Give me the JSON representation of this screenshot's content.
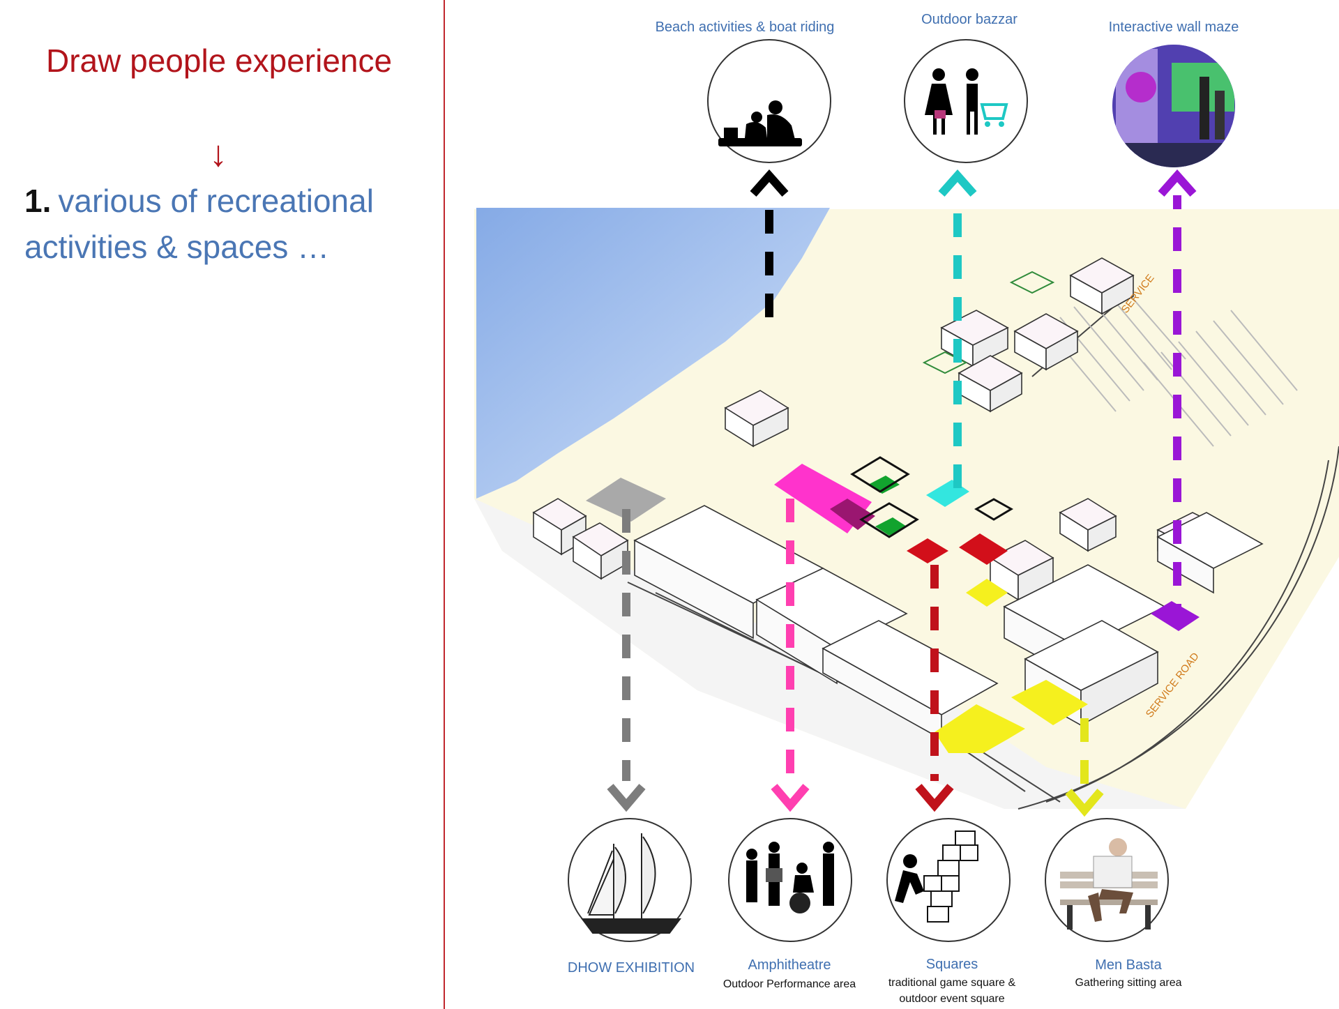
{
  "left_panel": {
    "title": "Draw people experience",
    "arrow_glyph": "↓",
    "point_number": "1.",
    "point_line1": "various of recreational",
    "point_line2": "activities  & spaces …"
  },
  "experiences": [
    {
      "id": "beach",
      "label": "Beach activities & boat riding",
      "subtitle": "",
      "icon": "people-on-beach-icon",
      "color": "#000000"
    },
    {
      "id": "bazzar",
      "label": "Outdoor bazzar",
      "subtitle": "",
      "icon": "shoppers-with-cart-icon",
      "color": "#1ec8c4"
    },
    {
      "id": "maze",
      "label": "Interactive wall  maze",
      "subtitle": "",
      "icon": "interactive-wall-photo",
      "color": "#9a16d6"
    },
    {
      "id": "dhow",
      "label": "DHOW EXHIBITION",
      "subtitle": "",
      "icon": "sailing-ship-icon",
      "color": "#7d7d7d"
    },
    {
      "id": "amph",
      "label": "Amphitheatre",
      "subtitle": "Outdoor Performance area",
      "icon": "musicians-icon",
      "color": "#ff3fb0"
    },
    {
      "id": "squares",
      "label": "Squares",
      "subtitle": "traditional game square &\noutdoor event square",
      "icon": "hopscotch-icon",
      "color": "#c0121b"
    },
    {
      "id": "basta",
      "label": "Men Basta",
      "subtitle": "Gathering sitting area",
      "icon": "man-on-bench-icon",
      "color": "#e3e61c"
    }
  ],
  "road_labels": {
    "service": "SERVICE",
    "service_road": "SERVICE ROAD"
  },
  "colors": {
    "sea": "#8fb3ea",
    "sand": "#fbf8e2",
    "accent_red": "#b2141b",
    "text_blue": "#3f6fb0",
    "road_orange": "#d07a1a"
  }
}
